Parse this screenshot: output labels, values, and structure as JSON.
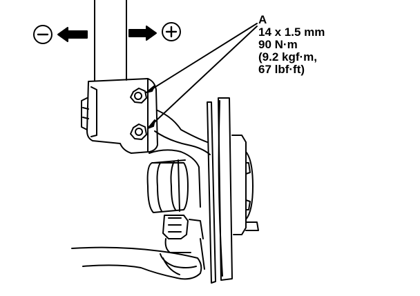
{
  "callout": {
    "letter": "A",
    "lines": [
      "14 x 1.5 mm",
      "90 N·m",
      "(9.2 kgf·m,",
      "67 lbf·ft)"
    ]
  },
  "adjust": {
    "minus_symbol": "−",
    "plus_symbol": "+"
  },
  "colors": {
    "ink": "#000000",
    "paper": "#ffffff"
  },
  "icons": [
    "minus-circle-icon",
    "plus-circle-icon",
    "left-arrow-icon",
    "right-arrow-icon"
  ]
}
